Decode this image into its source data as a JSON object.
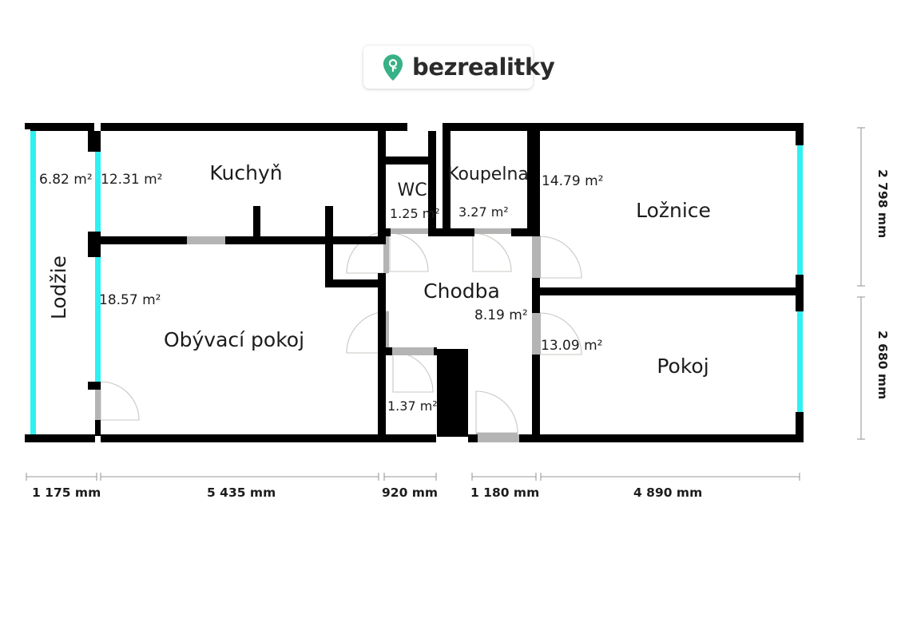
{
  "brand": {
    "name": "bezrealitky",
    "logo_icon": "map-pin-key-icon",
    "logo_color": "#38b187"
  },
  "plan": {
    "title": "Apartment floor plan",
    "unit_area": "m²",
    "rooms": [
      {
        "id": "lodzie",
        "name": "Lodžie",
        "area": "6.82 m²",
        "area_value": 6.82,
        "name_orientation": "vertical"
      },
      {
        "id": "kuchyn",
        "name": "Kuchyň",
        "area": "12.31 m²",
        "area_value": 12.31,
        "name_orientation": "horizontal"
      },
      {
        "id": "obyvaci-pokoj",
        "name": "Obývací pokoj",
        "area": "18.57 m²",
        "area_value": 18.57,
        "name_orientation": "horizontal"
      },
      {
        "id": "wc",
        "name": "WC",
        "area": "1.25 m²",
        "area_value": 1.25,
        "name_orientation": "horizontal"
      },
      {
        "id": "koupelna",
        "name": "Koupelna",
        "area": "3.27 m²",
        "area_value": 3.27,
        "name_orientation": "horizontal"
      },
      {
        "id": "loznice",
        "name": "Ložnice",
        "area": "14.79 m²",
        "area_value": 14.79,
        "name_orientation": "horizontal"
      },
      {
        "id": "chodba",
        "name": "Chodba",
        "area": "8.19 m²",
        "area_value": 8.19,
        "name_orientation": "horizontal"
      },
      {
        "id": "pokoj",
        "name": "Pokoj",
        "area": "13.09 m²",
        "area_value": 13.09,
        "name_orientation": "horizontal"
      },
      {
        "id": "komora",
        "name": "",
        "area": "1.37 m²",
        "area_value": 1.37,
        "name_orientation": "horizontal"
      }
    ],
    "dimensions_bottom": [
      {
        "id": "d1",
        "label": "1 175 mm",
        "value_mm": 1175
      },
      {
        "id": "d2",
        "label": "5 435 mm",
        "value_mm": 5435
      },
      {
        "id": "d3",
        "label": "920 mm",
        "value_mm": 920
      },
      {
        "id": "d4",
        "label": "1 180 mm",
        "value_mm": 1180
      },
      {
        "id": "d5",
        "label": "4 890 mm",
        "value_mm": 4890
      }
    ],
    "dimensions_right": [
      {
        "id": "v1",
        "label": "2 798 mm",
        "value_mm": 2798
      },
      {
        "id": "v2",
        "label": "2 680 mm",
        "value_mm": 2680
      }
    ],
    "colors": {
      "wall": "#000000",
      "window": "#2ff1f1",
      "door_leaf": "#b4b4b4",
      "door_arc": "#c9c7c2",
      "dimension_line": "#9a9a9a",
      "text": "#1c1c1c"
    }
  }
}
